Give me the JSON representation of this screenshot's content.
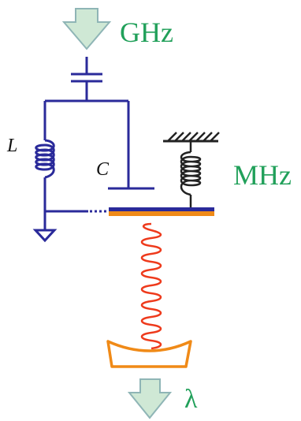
{
  "labels": {
    "input_frequency": "GHz",
    "mechanical_frequency": "MHz",
    "output_wavelength": "λ",
    "inductor": "L",
    "capacitor": "C"
  },
  "colors": {
    "circuit": "#2a2a9a",
    "mechanical_spring": "#222222",
    "optical_spring": "#ee3a1c",
    "mirror": "#f08a17",
    "arrow_fill": "#cfe8d5",
    "arrow_stroke": "#8fb5b6",
    "label_green": "#21a05a"
  }
}
